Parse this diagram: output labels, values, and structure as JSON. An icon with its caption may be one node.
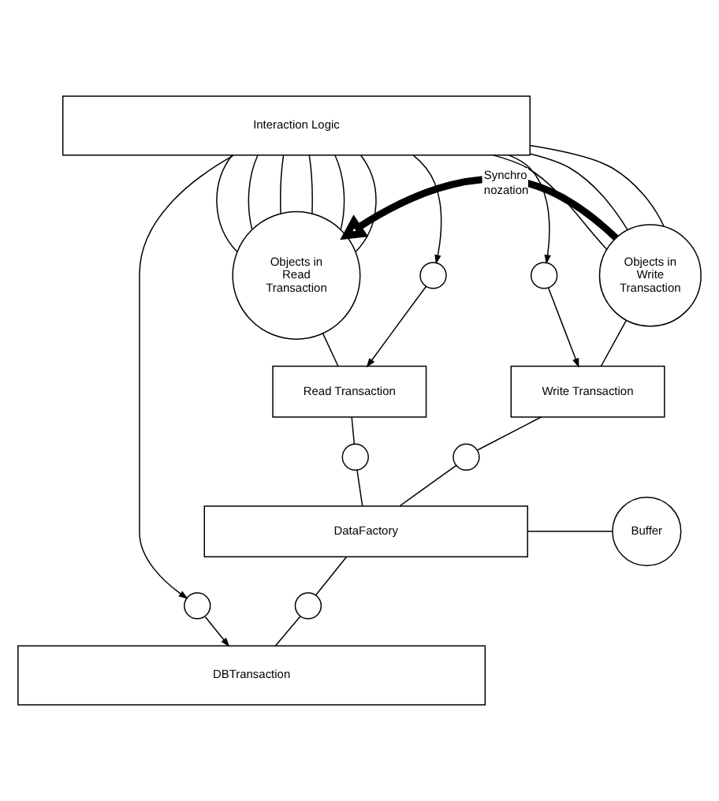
{
  "diagram": {
    "nodes": [
      {
        "text": [
          "Interaction Logic"
        ]
      },
      {
        "text": [
          "Objects in Read Transaction"
        ]
      },
      {
        "text": [
          "Objects in Write Transaction"
        ]
      },
      {
        "text": [],
        "shape": "circle"
      },
      {
        "text": [],
        "shape": "circle"
      },
      {
        "text": [
          "Read Transaction"
        ]
      },
      {
        "text": [
          "Write Transaction"
        ]
      },
      {
        "text": [],
        "shape": "circle"
      },
      {
        "text": [],
        "shape": "circle"
      },
      {
        "text": [
          "DataFactory"
        ]
      },
      {
        "text": [
          "Buffer"
        ]
      },
      {
        "text": [],
        "shape": "circle"
      },
      {
        "text": [],
        "shape": "circle"
      },
      {
        "text": [
          "DBTransaction"
        ]
      }
    ],
    "edges": [
      {
        "from": 0,
        "to": 1,
        "arrow": "none"
      },
      {
        "from": 0,
        "to": 1,
        "arrow": "none"
      },
      {
        "from": 0,
        "to": 1,
        "arrow": "none"
      },
      {
        "from": 0,
        "to": 1,
        "arrow": "none"
      },
      {
        "from": 0,
        "to": 1,
        "arrow": "none"
      },
      {
        "from": 0,
        "to": 1,
        "arrow": "none"
      },
      {
        "from": 0,
        "to": 2,
        "arrow": "none"
      },
      {
        "from": 0,
        "to": 2,
        "arrow": "none"
      },
      {
        "from": 0,
        "to": 2,
        "arrow": "none"
      },
      {
        "from": 2,
        "to": 1,
        "arrow": "to",
        "label": "Synchro nozation",
        "style": "thick"
      },
      {
        "from": 0,
        "to": 3,
        "arrow": "to"
      },
      {
        "from": 3,
        "to": 5,
        "arrow": "to"
      },
      {
        "from": 0,
        "to": 4,
        "arrow": "to"
      },
      {
        "from": 4,
        "to": 6,
        "arrow": "to"
      },
      {
        "from": 1,
        "to": 5,
        "arrow": "none"
      },
      {
        "from": 2,
        "to": 6,
        "arrow": "none"
      },
      {
        "from": 5,
        "to": 7,
        "arrow": "none"
      },
      {
        "from": 7,
        "to": 9,
        "arrow": "none"
      },
      {
        "from": 6,
        "to": 8,
        "arrow": "none"
      },
      {
        "from": 8,
        "to": 9,
        "arrow": "none"
      },
      {
        "from": 9,
        "to": 10,
        "arrow": "none"
      },
      {
        "from": 0,
        "to": 11,
        "arrow": "to"
      },
      {
        "from": 11,
        "to": 13,
        "arrow": "to"
      },
      {
        "from": 9,
        "to": 12,
        "arrow": "none"
      },
      {
        "from": 12,
        "to": 13,
        "arrow": "none"
      }
    ]
  }
}
